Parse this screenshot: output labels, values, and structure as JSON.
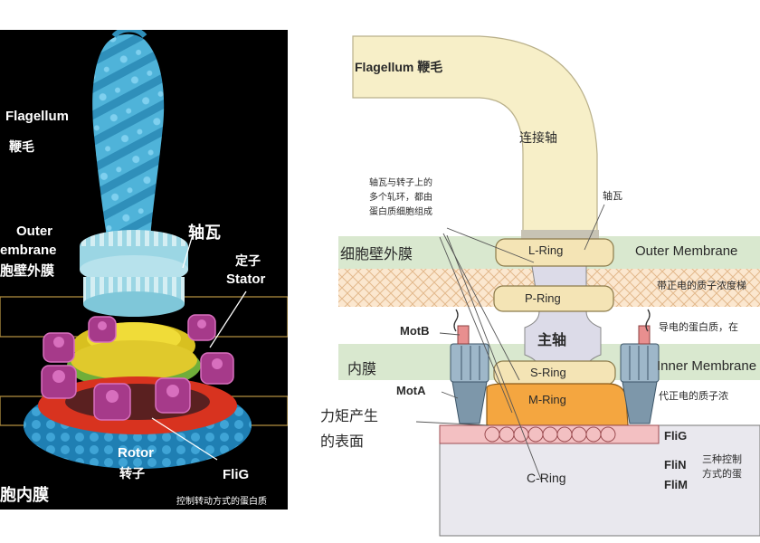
{
  "left": {
    "flagellum_en": "Flagellum",
    "flagellum_cn": "鞭毛",
    "outer_en_1": "Outer",
    "outer_en_2": "embrane",
    "outer_cn": "胞壁外膜",
    "bushing_cn": "轴瓦",
    "stator_cn": "定子",
    "stator_en": "Stator",
    "rotor_en": "Rotor",
    "rotor_cn": "转子",
    "flig": "FliG",
    "inner_cn": "胞内膜",
    "footnote": "控制转动方式的蛋白质"
  },
  "right": {
    "flagellum": "Flagellum 鞭毛",
    "hook": "连接轴",
    "bushing_note_1": "轴瓦与转子上的",
    "bushing_note_2": "多个轧环，都由",
    "bushing_note_3": "蛋白质细胞组成",
    "bushing": "轴瓦",
    "cell_wall_outer": "细胞壁外膜",
    "outer_membrane": "Outer Membrane",
    "l_ring": "L-Ring",
    "p_ring": "P-Ring",
    "positive_gradient": "带正电的质子浓度梯",
    "motb": "MotB",
    "main_shaft": "主轴",
    "conductive_protein": "导电的蛋白质，在",
    "inner_cn": "内膜",
    "inner_membrane": "Inner Membrane",
    "s_ring": "S-Ring",
    "mota": "MotA",
    "m_ring": "M-Ring",
    "positive_proton": "代正电的质子浓",
    "torque_1": "力矩产生",
    "torque_2": "的表面",
    "flig": "FliG",
    "flin": "FliN",
    "flim": "FliM",
    "three_control_1": "三种控制",
    "three_control_2": "方式的蛋",
    "c_ring": "C-Ring"
  },
  "colors": {
    "flagellum_blue": "#4fb3d9",
    "stator_purple": "#a63a8a",
    "rotor_yellow": "#e5cf2a",
    "shaft_cream": "#f7efc8",
    "band_green": "#d9e8cf",
    "m_ring_orange": "#f4a640",
    "mot_blue": "#9eb7c9",
    "flig_pink": "#f3c0c2"
  }
}
